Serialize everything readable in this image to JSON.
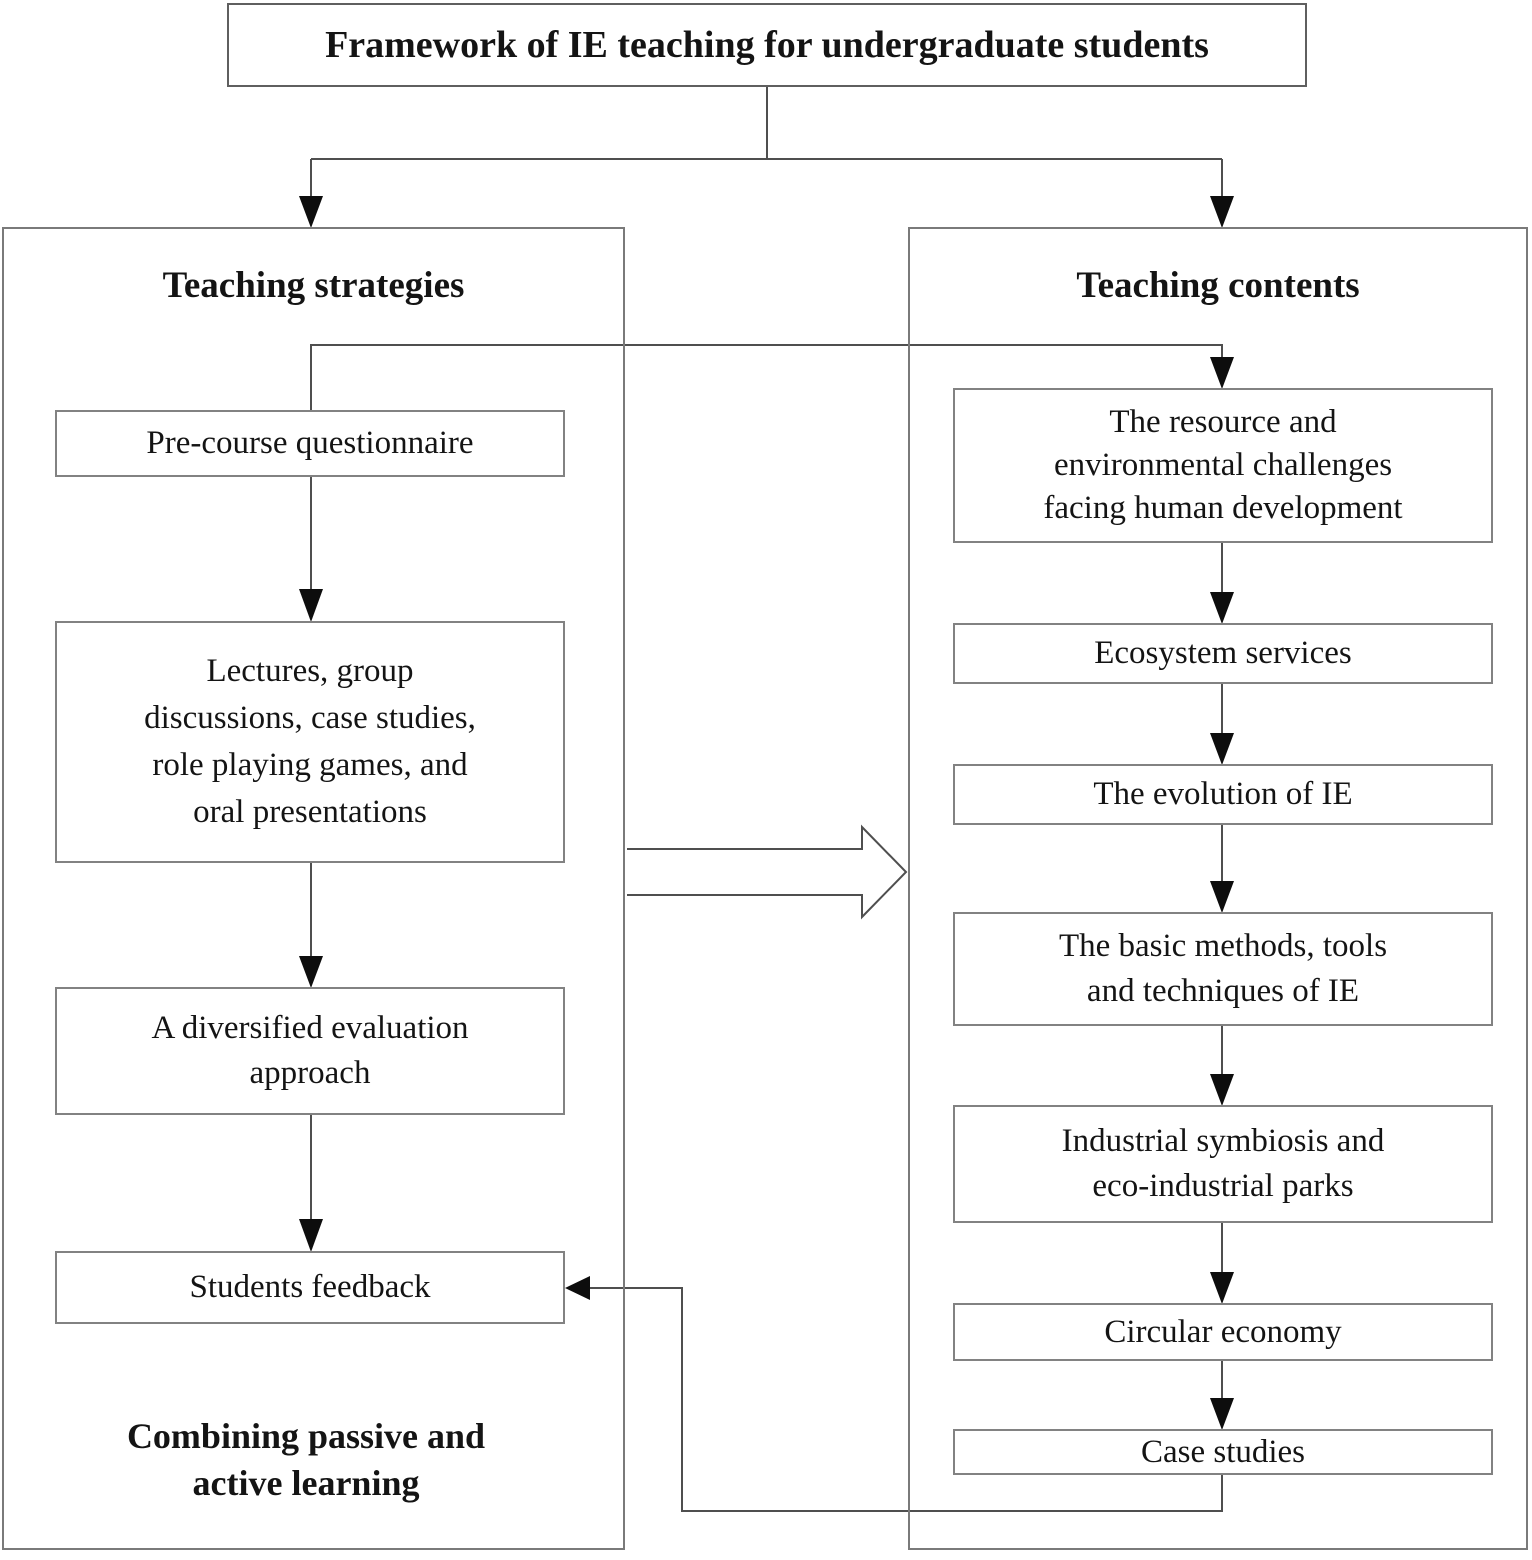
{
  "diagram": {
    "title": "Framework of IE teaching for undergraduate students",
    "left_panel": {
      "header": "Teaching strategies",
      "boxes": [
        {
          "label": "Pre-course questionnaire"
        },
        {
          "label": "Lectures, group\ndiscussions, case studies,\nrole playing games, and\noral presentations"
        },
        {
          "label": "A diversified evaluation\napproach"
        },
        {
          "label": "Students feedback"
        }
      ],
      "caption": "Combining passive and\nactive learning"
    },
    "right_panel": {
      "header": "Teaching contents",
      "boxes": [
        {
          "label": "The resource and\nenvironmental challenges\nfacing human development"
        },
        {
          "label": "Ecosystem services"
        },
        {
          "label": "The evolution of IE"
        },
        {
          "label": "The basic methods, tools\nand techniques of IE"
        },
        {
          "label": "Industrial symbiosis and\neco-industrial parks"
        },
        {
          "label": "Circular economy"
        },
        {
          "label": "Case studies"
        }
      ]
    },
    "colors": {
      "background": "#ffffff",
      "border": "#828282",
      "line": "#4f4f4f",
      "arrow": "#0d0d0d",
      "text": "#141414"
    }
  }
}
